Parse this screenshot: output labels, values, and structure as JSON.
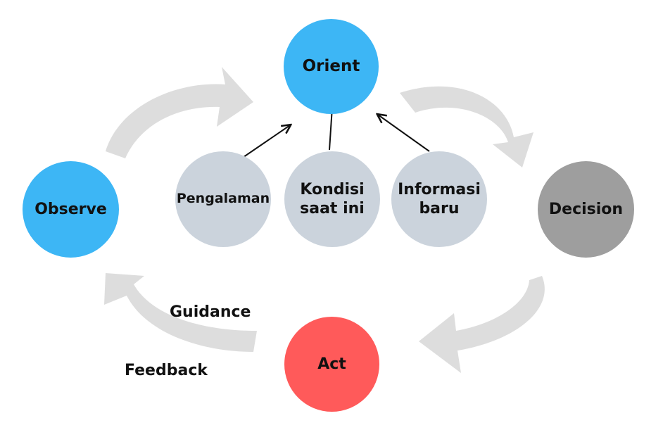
{
  "nodes": {
    "orient": {
      "label": "Orient",
      "color": "#3db6f5"
    },
    "observe": {
      "label": "Observe",
      "color": "#3db6f5"
    },
    "decision": {
      "label": "Decision",
      "color": "#9e9e9e"
    },
    "act": {
      "label": "Act",
      "color": "#ff5a5a"
    },
    "pengalaman": {
      "label": "Pengalaman",
      "color": "#cbd3dc"
    },
    "kondisi": {
      "label": "Kondisi saat ini",
      "color": "#cbd3dc"
    },
    "informasi": {
      "label": "Informasi baru",
      "color": "#cbd3dc"
    }
  },
  "labels": {
    "guidance": "Guidance",
    "feedback": "Feedback"
  },
  "colors": {
    "cycle_arrow": "#dddddd",
    "input_arrow": "#111111"
  }
}
